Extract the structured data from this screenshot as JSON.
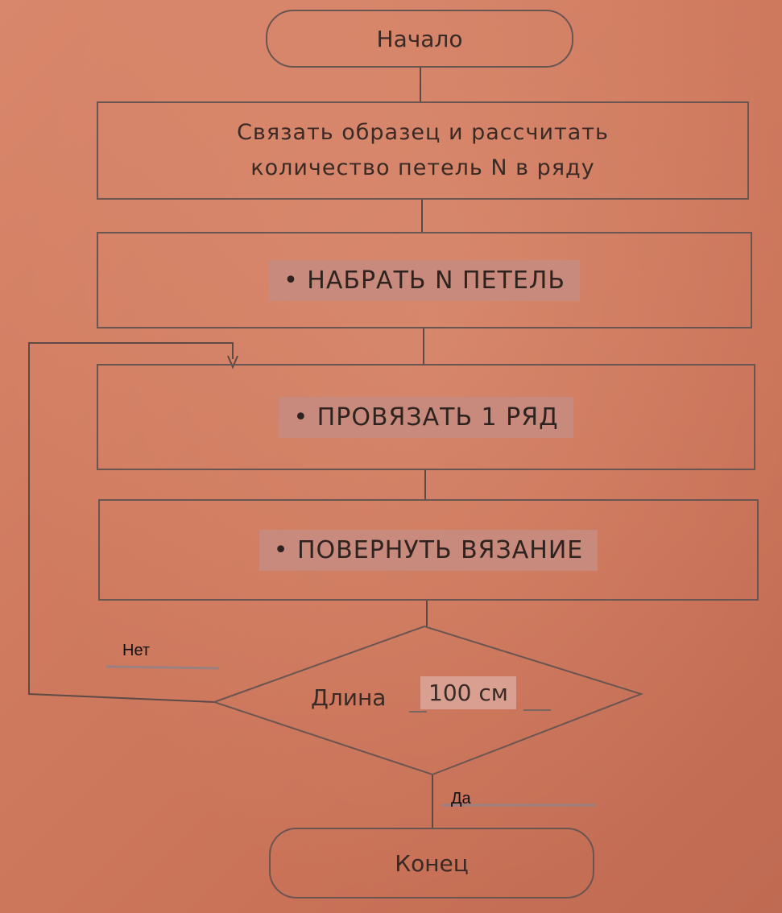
{
  "flowchart": {
    "start": "Начало",
    "step1": "Связать образец и рассчитать количество петель N в ряду",
    "step2": "• НАБРАТЬ N ПЕТЕЛЬ",
    "step3": "• ПРОВЯЗАТЬ 1 РЯД",
    "step4": "• ПОВЕРНУТЬ ВЯЗАНИЕ",
    "condition_label": "Длина",
    "condition_value": "100 см",
    "no_label": "Нет",
    "yes_label": "Да",
    "end": "Конец"
  }
}
